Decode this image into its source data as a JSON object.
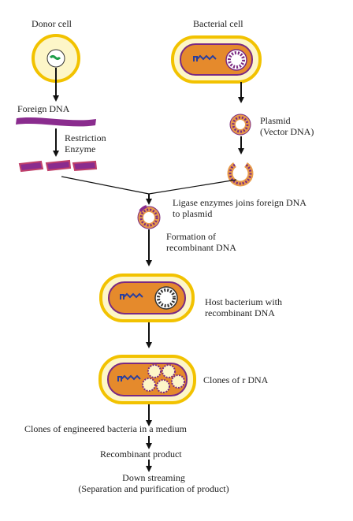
{
  "labels": {
    "donor_cell": "Donor cell",
    "bacterial_cell": "Bacterial cell",
    "foreign_dna": "Foreign DNA",
    "restriction_enzyme": "Restriction\nEnzyme",
    "plasmid": "Plasmid\n(Vector DNA)",
    "ligase": "Ligase enzymes joins foreign DNA\nto plasmid",
    "formation": "Formation of\nrecombinant DNA",
    "host_bacterium": "Host bacterium with\nrecombinant DNA",
    "clones_rdna": "Clones of r DNA",
    "clones_engineered": "Clones of engineered bacteria in a medium",
    "recombinant_product": "Recombinant product",
    "downstreaming": "Down streaming\n(Separation and purification of product)"
  },
  "colors": {
    "cell_fill": "#fdf6c8",
    "cell_outline": "#f2c200",
    "bacterium_inner": "#e58a2c",
    "bacterium_border": "#7a2a82",
    "dna_purple": "#8a2c8e",
    "dna_fragment_edge": "#c0406a",
    "plasmid_orange": "#e89a4a",
    "plasmid_tick": "#7a2a82",
    "donor_dna_green": "#1e9e4a",
    "arrow": "#111111"
  }
}
